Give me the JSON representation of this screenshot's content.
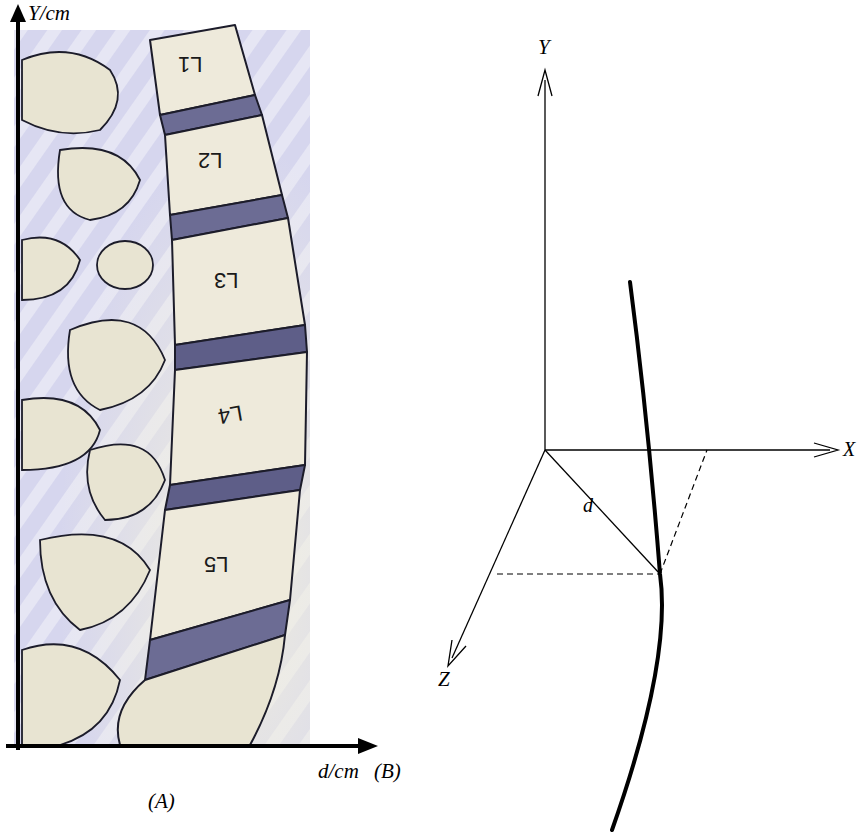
{
  "diagram": {
    "labels": [
      "Y/cm",
      "L1",
      "L2",
      "L3",
      "L4",
      "L5",
      "d/cm",
      "(B)",
      "(A)",
      "Y",
      "X",
      "Z",
      "d"
    ]
  }
}
